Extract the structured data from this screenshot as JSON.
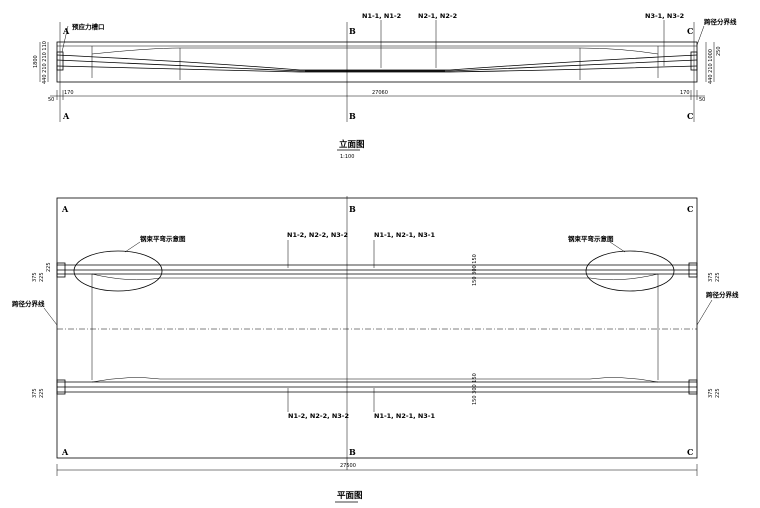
{
  "elevation": {
    "title": "立面图",
    "scale": "1:100",
    "label_anchor": "预应力槽口",
    "label_split_line": "跨径分界线",
    "tendon_label_1": "N1-1, N1-2",
    "tendon_label_2": "N2-1, N2-2",
    "tendon_label_3": "N3-1, N3-2",
    "dim_total": "27060",
    "dim_left_end": "170",
    "dim_right_end": "170",
    "dim_left_outer": "50",
    "dim_right_outer": "50",
    "dim_height": "1800",
    "dim_left_stack": "440 210 210 110",
    "dim_right_stack": "250",
    "dim_right_stack2": "440 210 1000"
  },
  "plan": {
    "title": "平面图",
    "label_bundle_left": "钢束平弯示意图",
    "label_bundle_right": "钢束平弯示意图",
    "label_split_line": "跨径分界线",
    "tendon_top_1": "N1-2, N2-2, N3-2",
    "tendon_top_2": "N1-1, N2-1, N3-1",
    "tendon_bot_1": "N1-2, N2-2, N3-2",
    "tendon_bot_2": "N1-1, N2-1, N3-1",
    "dim_total": "27500",
    "dim_mid_top": "150 300 150",
    "dim_mid_bot": "150 300 150",
    "dim_side_a": "375",
    "dim_side_b": "225",
    "dim_side_c": "225"
  },
  "sections": {
    "a": "A",
    "b": "B",
    "c": "C"
  }
}
